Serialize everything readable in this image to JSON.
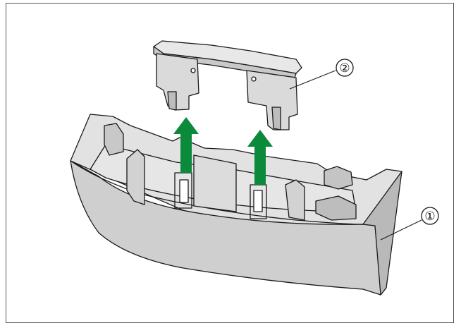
{
  "figure": {
    "callouts": [
      {
        "id": "cradle",
        "number": "①"
      },
      {
        "id": "insert",
        "number": "②"
      }
    ],
    "arrow_direction": "up",
    "colors": {
      "arrow": "#0a8a3a",
      "body_fill": "#d6d6d6",
      "body_shade": "#bdbdbd",
      "line": "#1a1a1a",
      "frame": "#555555"
    }
  }
}
